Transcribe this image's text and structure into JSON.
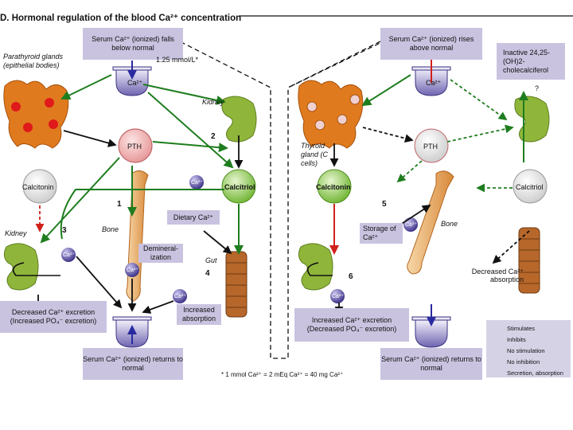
{
  "title": "D. Hormonal regulation of the blood Ca²⁺ concentration",
  "left": {
    "serum_low": "Serum Ca²⁺ (ionized) falls below normal",
    "threshold": "1.25 mmol/L*",
    "vessel_ca": "Ca²⁺",
    "parathyroid": "Parathyroid glands (epithelial bodies)",
    "kidney_top": "Kidney",
    "pth": "PTH",
    "calcitonin": "Calcitonin",
    "calcitriol": "Calcitriol",
    "bone": "Bone",
    "dietary": "Dietary Ca²⁺",
    "ca_diet": "Ca²⁺",
    "kidney_bottom": "Kidney",
    "ca_kidney": "Ca²⁺",
    "demineralization": "Demineral-ization",
    "ca_bone": "Ca²⁺",
    "gut": "Gut",
    "ca_gut": "Ca²⁺",
    "increased_absorption": "Increased absorption",
    "decreased_excretion": "Decreased Ca²⁺ excretion (Increased PO₄⁻ excretion)",
    "serum_normal": "Serum Ca²⁺ (ionized) returns to normal",
    "n1": "1",
    "n2": "2",
    "n3": "3",
    "n4": "4"
  },
  "right": {
    "serum_high": "Serum Ca²⁺ (ionized) rises above normal",
    "vessel_ca": "Ca²⁺",
    "inactive": "Inactive 24,25-(OH)2-cholecalciferol",
    "question": "?",
    "thyroid": "Thyroid gland (C cells)",
    "pth": "PTH",
    "calcitonin": "Calcitonin",
    "calcitriol": "Calcitriol",
    "storage": "Storage of Ca²⁺",
    "ca_bone": "Ca²⁺",
    "bone": "Bone",
    "decreased_absorption": "Decreased Ca²⁺ absorption",
    "ca_kidney": "Ca²⁺",
    "increased_excretion": "Increased Ca²⁺ excretion (Decreased PO₄⁻ excretion)",
    "serum_normal": "Serum Ca²⁺ (ionized) returns to normal",
    "n5": "5",
    "n6": "6"
  },
  "footnote": "* 1 mmol Ca²⁺ = 2 mEq Ca²⁺ = 40 mg Ca²⁺",
  "legend": {
    "stimulates": "Stimulates",
    "inhibits": "Inhibits",
    "no_stimulation": "No stimulation",
    "no_inhibition": "No inhibition",
    "secretion": "Secretion, absorption"
  },
  "colors": {
    "stimulate": "#1e7d1e",
    "inhibit": "#d0201a",
    "secretion": "#111111",
    "box": "#c9c3e0",
    "gland": "#e07a1e",
    "kidney": "#8fb63a",
    "pth_hormone": "#f2b8b8",
    "calcitonin_hormone": "#8cc84b",
    "ca_ion": "#4a3f8f"
  }
}
